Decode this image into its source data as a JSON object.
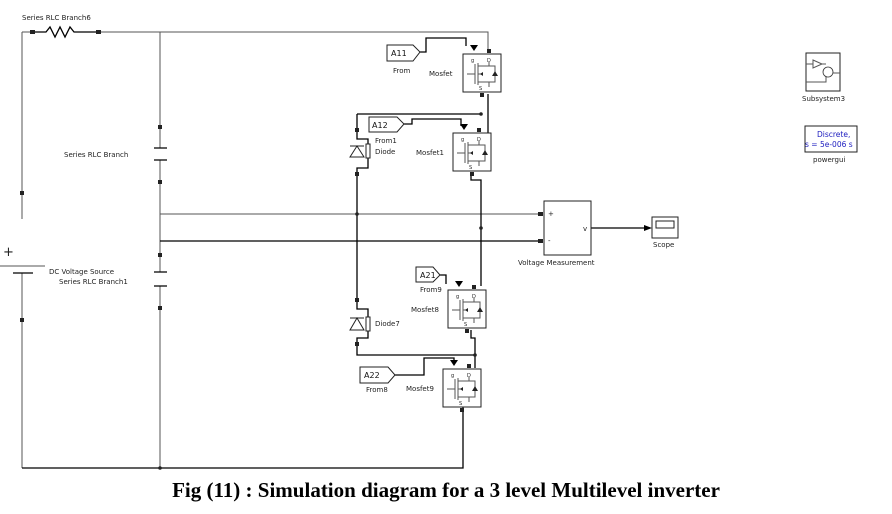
{
  "figure": {
    "caption": "Fig (11) : Simulation diagram for a 3 level Multilevel inverter"
  },
  "blocks": {
    "rlc6": "Series RLC Branch6",
    "rlc": "Series RLC Branch",
    "rlc1": "Series RLC Branch1",
    "dc_source": "DC Voltage Source",
    "dc_plus": "+",
    "from": {
      "tag": "A11",
      "name": "From"
    },
    "from1": {
      "tag": "A12",
      "name": "From1"
    },
    "from9": {
      "tag": "A21",
      "name": "From9"
    },
    "from8": {
      "tag": "A22",
      "name": "From8"
    },
    "mosfet": "Mosfet",
    "mosfet1": "Mosfet1",
    "mosfet8": "Mosfet8",
    "mosfet9": "Mosfet9",
    "diode": "Diode",
    "diode7": "Diode7",
    "vm": {
      "name": "Voltage Measurement",
      "plus": "+",
      "minus": "-",
      "out": "v"
    },
    "scope": "Scope",
    "subsystem": "Subsystem3",
    "powergui": {
      "line1": "Discrete,",
      "line2": "s = 5e-006 s",
      "name": "powergui"
    }
  },
  "mosfet_ports": {
    "g": "g",
    "d": "D",
    "s": "S"
  }
}
